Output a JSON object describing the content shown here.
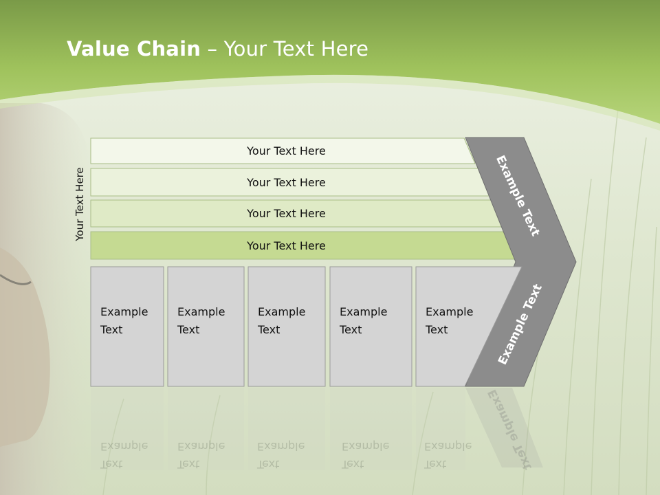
{
  "slide": {
    "title_bold": "Value Chain",
    "title_rest": " – Your Text Here",
    "vertical_label": "Your Text Here",
    "bars": [
      "Your Text Here",
      "Your Text Here",
      "Your Text Here",
      "Your Text Here"
    ],
    "boxes": [
      {
        "line1": "Example",
        "line2": "Text"
      },
      {
        "line1": "Example",
        "line2": "Text"
      },
      {
        "line1": "Example",
        "line2": "Text"
      },
      {
        "line1": "Example",
        "line2": "Text"
      },
      {
        "line1": "Example",
        "line2": "Text"
      }
    ],
    "chevron_upper": "Example Text",
    "chevron_lower": "Example Text"
  },
  "colors": {
    "header_green": "#9cc259",
    "bar_fills": [
      "#f3f7ea",
      "#ebf2dc",
      "#dfeac6",
      "#c5da92"
    ],
    "box_fill": "#d4d4d4",
    "chevron_fill": "#8c8c8c"
  }
}
